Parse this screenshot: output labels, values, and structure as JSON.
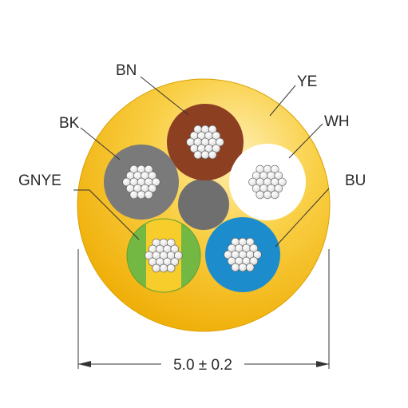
{
  "labels": {
    "bn": "BN",
    "ye": "YE",
    "bk": "BK",
    "wh": "WH",
    "gnye": "GNYE",
    "bu": "BU"
  },
  "dimension": {
    "text": "5.0 ± 0.2"
  },
  "colors": {
    "jacket_yellow": "#f6bb10",
    "jacket_highlight": "#fde9a6",
    "brown": "#8b3e22",
    "grey_core": "#7c7c7c",
    "filler_grey": "#6d6d6d",
    "white": "#ffffff",
    "green": "#73b843",
    "yellow_stripe": "#f7cf2a",
    "blue": "#1a8acb",
    "strand": "#f0f0f0",
    "line": "#333333"
  }
}
